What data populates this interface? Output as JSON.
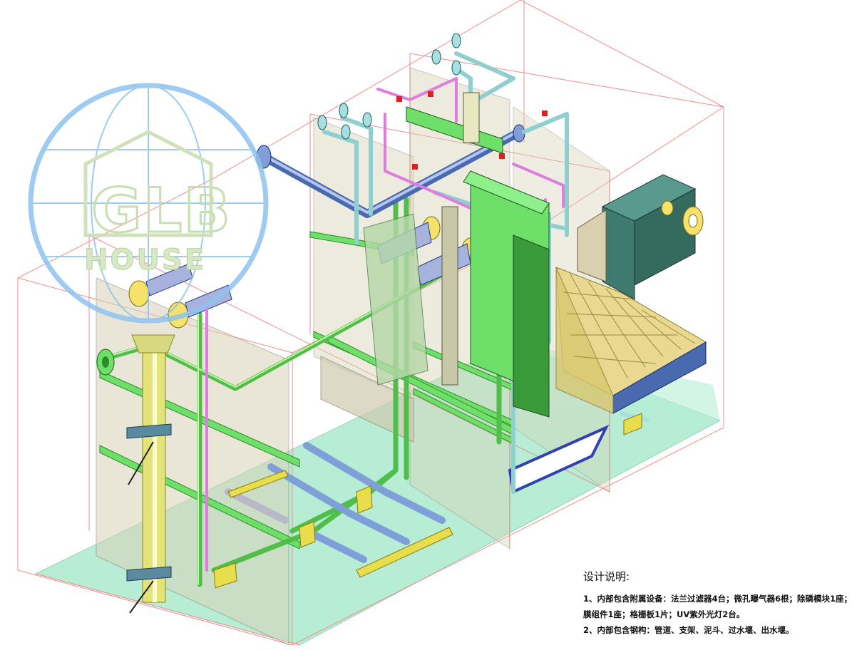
{
  "watermark": {
    "logo_letters": "GLB",
    "logo_sub": "HOUSE",
    "ring_color": "#8ec3ef",
    "letter_color": "#d9e8c4"
  },
  "colors": {
    "tank_outline": "#f08c8c",
    "panel_fill": "#d9d3b8",
    "floor_fill": "#9ee8c6",
    "pipe_green": "#6ee06a",
    "pipe_blue": "#7f9fd9",
    "pipe_pink": "#e07be0",
    "pipe_aqua": "#a6e0e0",
    "grating": "#e8d890",
    "module_teal": "#3f7a6e",
    "support_yellow": "#e8dd4a",
    "pipe_yellow": "#e3e37a"
  },
  "notes": {
    "title": "设计说明:",
    "line1": "1、内部包含附属设备：法兰过滤器4台；微孔曝气器6根；除磷模块1座；",
    "line2": "膜组件1座；格栅板1片；UV紫外光灯2台。",
    "line3": "2、内部包含钢构：管道、支架、泥斗、过水堰、出水堰。"
  }
}
